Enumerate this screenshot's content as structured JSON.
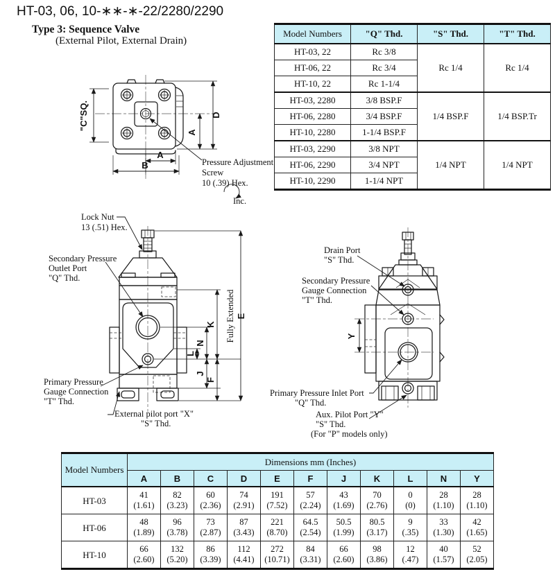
{
  "colors": {
    "table_header_bg": "#c9eff7",
    "ink": "#1a1a1a"
  },
  "page": {
    "title": "HT-03, 06, 10-∗∗-∗-22/2280/2290",
    "subtitle1": "Type 3: Sequence Valve",
    "subtitle2": "(External Pilot, External Drain)"
  },
  "ports_table": {
    "headers": [
      "Model Numbers",
      "\"Q\" Thd.",
      "\"S\" Thd.",
      "\"T\" Thd."
    ],
    "rows": [
      {
        "model": "HT-03, 22",
        "q": "Rc 3/8"
      },
      {
        "model": "HT-06, 22",
        "q": "Rc 3/4"
      },
      {
        "model": "HT-10, 22",
        "q": "Rc 1-1/4"
      },
      {
        "model": "HT-03, 2280",
        "q": "3/8 BSP.F"
      },
      {
        "model": "HT-06, 2280",
        "q": "3/4 BSP.F"
      },
      {
        "model": "HT-10, 2280",
        "q": "1-1/4 BSP.F"
      },
      {
        "model": "HT-03, 2290",
        "q": "3/8 NPT"
      },
      {
        "model": "HT-06, 2290",
        "q": "3/4 NPT"
      },
      {
        "model": "HT-10, 2290",
        "q": "1-1/4 NPT"
      }
    ],
    "groups": [
      {
        "s": "Rc 1/4",
        "t": "Rc 1/4"
      },
      {
        "s": "1/4 BSP.F",
        "t": "1/4 BSP.Tr"
      },
      {
        "s": "1/4 NPT",
        "t": "1/4 NPT"
      }
    ]
  },
  "top_view": {
    "labels": {
      "c_sq": "\"C\"SQ.",
      "dim_d": "D",
      "dim_a_side": "A",
      "dim_a_bottom": "A",
      "dim_b": "B",
      "screw": [
        "Pressure Adjustment",
        "Screw",
        "10 (.39) Hex."
      ],
      "inc": "Inc."
    }
  },
  "front_view": {
    "labels": {
      "lock_nut": [
        "Lock Nut",
        "13 (.51) Hex."
      ],
      "outlet": [
        "Secondary Pressure",
        "Outlet Port",
        "\"Q\" Thd."
      ],
      "gauge": [
        "Primary Pressure",
        "Gauge Connection",
        "\"T\" Thd."
      ],
      "pilot": [
        "External pilot port \"X\"",
        "\"S\" Thd."
      ],
      "fully_extended": "Fully Extended",
      "dims": {
        "e": "E",
        "f": "F",
        "j": "J",
        "k": "K",
        "l": "L",
        "n": "N"
      }
    }
  },
  "side_view": {
    "labels": {
      "drain": [
        "Drain Port",
        "\"S\" Thd."
      ],
      "gauge": [
        "Secondary Pressure",
        "Gauge Connection",
        "\"T\" Thd."
      ],
      "inlet": [
        "Primary Pressure Inlet Port",
        "\"Q\" Thd."
      ],
      "aux": [
        "Aux. Pilot Port \"Y\"",
        "\"S\" Thd.",
        "(For \"P\" models only)"
      ],
      "dim_y": "Y"
    }
  },
  "dim_table": {
    "corner": "Model Numbers",
    "span": "Dimensions mm (Inches)",
    "cols": [
      "A",
      "B",
      "C",
      "D",
      "E",
      "F",
      "J",
      "K",
      "L",
      "N",
      "Y"
    ],
    "rows": [
      {
        "model": "HT-03",
        "cells": [
          "41\n(1.61)",
          "82\n(3.23)",
          "60\n(2.36)",
          "74\n(2.91)",
          "191\n(7.52)",
          "57\n(2.24)",
          "43\n(1.69)",
          "70\n(2.76)",
          "0\n(0)",
          "28\n(1.10)",
          "28\n(1.10)"
        ]
      },
      {
        "model": "HT-06",
        "cells": [
          "48\n(1.89)",
          "96\n(3.78)",
          "73\n(2.87)",
          "87\n(3.43)",
          "221\n(8.70)",
          "64.5\n(2.54)",
          "50.5\n(1.99)",
          "80.5\n(3.17)",
          "9\n(.35)",
          "33\n(1.30)",
          "42\n(1.65)"
        ]
      },
      {
        "model": "HT-10",
        "cells": [
          "66\n(2.60)",
          "132\n(5.20)",
          "86\n(3.39)",
          "112\n(4.41)",
          "272\n(10.71)",
          "84\n(3.31)",
          "66\n(2.60)",
          "98\n(3.86)",
          "12\n(.47)",
          "40\n(1.57)",
          "52\n(2.05)"
        ]
      }
    ]
  }
}
